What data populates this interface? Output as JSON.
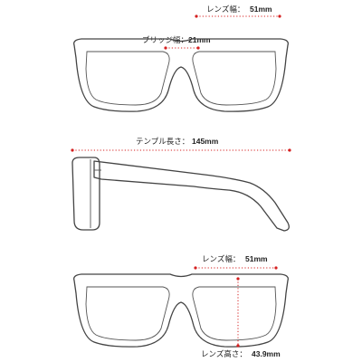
{
  "measurements": {
    "lens_width_top": {
      "label": "レンズ幅：",
      "value": "51mm"
    },
    "bridge_width": {
      "label": "ブリッジ幅：",
      "value": "21mm"
    },
    "temple_length": {
      "label": "テンプル長さ：",
      "value": "145mm"
    },
    "lens_width_bottom": {
      "label": "レンズ幅：",
      "value": "51mm"
    },
    "lens_height": {
      "label": "レンズ高さ：",
      "value": "43.9mm"
    }
  },
  "colors": {
    "dimension_line": "#d42020",
    "frame_outline": "#444444"
  }
}
